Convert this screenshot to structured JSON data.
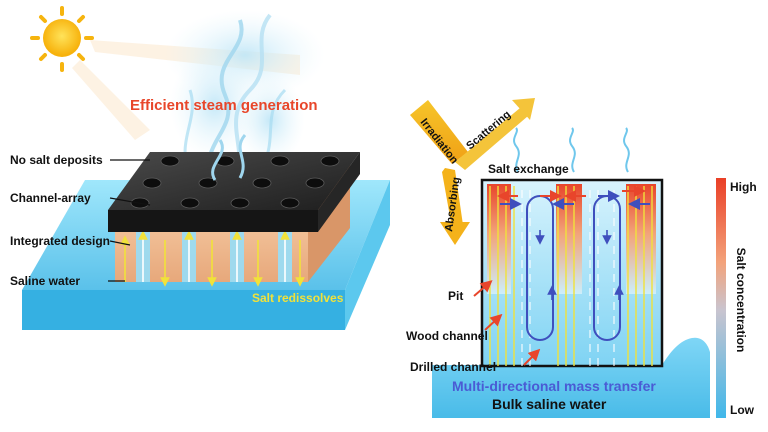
{
  "left_panel": {
    "title": "Efficient steam generation",
    "labels": {
      "no_salt": "No salt deposits",
      "channel_array": "Channel-array",
      "integrated": "Integrated design",
      "saline": "Saline water",
      "redissolve": "Salt redissolves"
    }
  },
  "right_panel": {
    "irradiation": "Irradiation",
    "scattering": "Scattering",
    "absorbing": "Absorbing",
    "salt_exchange": "Salt exchange",
    "pit": "Pit",
    "wood_channel": "Wood channel",
    "drilled_channel": "Drilled channel",
    "mass_transfer": "Multi-directional mass transfer",
    "bulk": "Bulk saline water",
    "colorbar": {
      "high": "High",
      "low": "Low",
      "title": "Salt concentration"
    }
  },
  "colors": {
    "title_red": "#e8462a",
    "mass_transfer_blue": "#4a5bd4",
    "salt_yellow": "#f1e23a",
    "water_blue": "#5cc8ee",
    "arrow_gold": "#f4b21a"
  }
}
